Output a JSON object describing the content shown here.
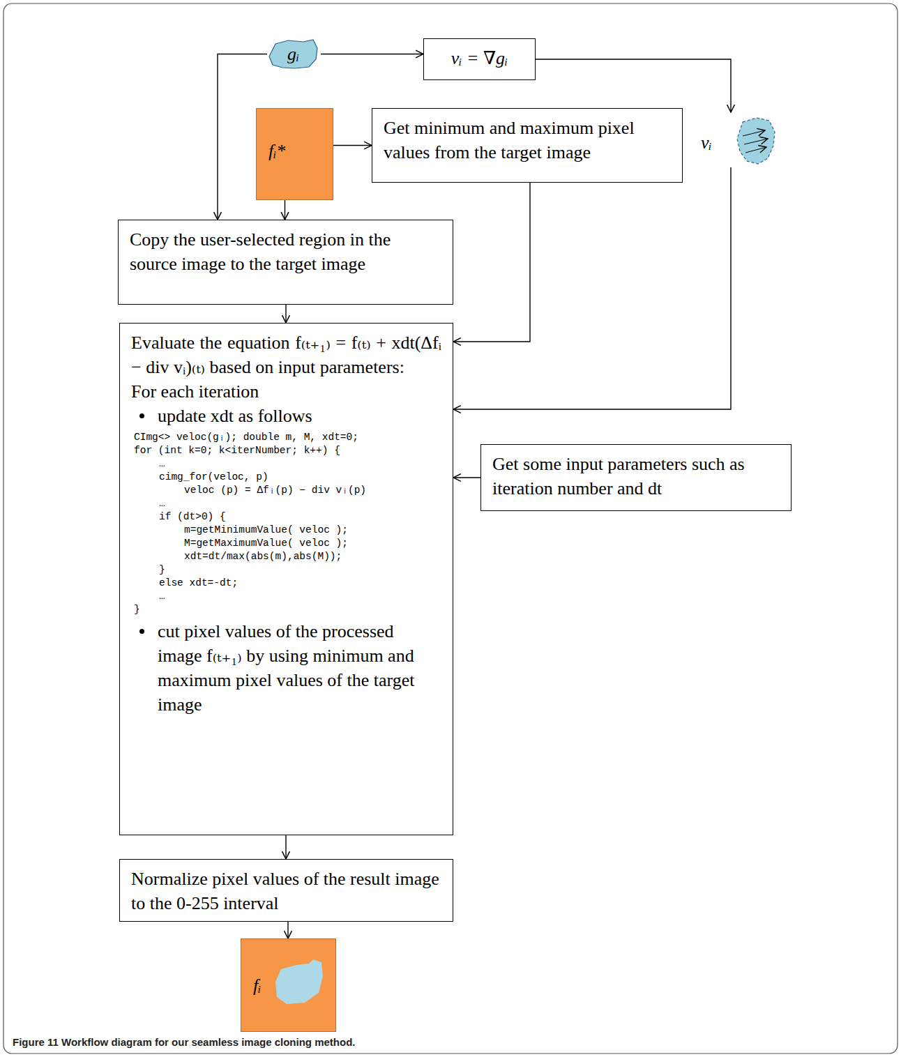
{
  "diagram": {
    "caption": "Figure 11 Workflow diagram for our seamless image cloning method.",
    "nodes": [
      {
        "text": [
          "gᵢ"
        ]
      },
      {
        "text": [
          "vᵢ = ∇gᵢ"
        ]
      },
      {
        "text": [
          "fᵢ*"
        ]
      },
      {
        "text": [
          "Get minimum and maximum pixel values from the target image"
        ]
      },
      {
        "text": [
          "vᵢ"
        ]
      },
      {
        "text": [
          "Copy the user-selected region in the source image to the target image"
        ]
      },
      {
        "text": [
          "Evaluate the equation f₍ₜ₊₁₎ = f₍ₜ₎ + xdt(Δfᵢ − div vᵢ)₍ₜ₎ based on input parameters:",
          "For each iteration",
          "update xdt as follows",
          "CImg<> veloc(gᵢ); double m, M, xdt=0;",
          "for (int k=0; k<iterNumber; k++) {",
          "…",
          "cimg_for(veloc, p)",
          "veloc (p) = Δfᵢ(p) − div vᵢ(p)",
          "…",
          "if (dt>0) {",
          "m=getMinimumValue( veloc );",
          "M=getMaximumValue( veloc );",
          "xdt=dt/max(abs(m),abs(M));",
          "}",
          "else xdt=-dt;",
          "…",
          "}",
          "cut pixel values of the processed image f₍ₜ₊₁₎ by using minimum and maximum pixel values of the target image"
        ]
      },
      {
        "text": [
          "Get some input parameters such as iteration number and dt"
        ]
      },
      {
        "text": [
          "Normalize pixel values of the result image to the 0-255 interval"
        ]
      },
      {
        "text": [
          "fᵢ"
        ]
      }
    ],
    "edges": [
      {
        "from": 0,
        "to": 1,
        "arrow": "to"
      },
      {
        "from": 1,
        "to": 4,
        "arrow": "to"
      },
      {
        "from": 0,
        "to": 5,
        "arrow": "to"
      },
      {
        "from": 2,
        "to": 5,
        "arrow": "to"
      },
      {
        "from": 2,
        "to": 3,
        "arrow": "to"
      },
      {
        "from": 3,
        "to": 6,
        "arrow": "to"
      },
      {
        "from": 4,
        "to": 6,
        "arrow": "to"
      },
      {
        "from": 7,
        "to": 6,
        "arrow": "to"
      },
      {
        "from": 5,
        "to": 6,
        "arrow": "to"
      },
      {
        "from": 6,
        "to": 8,
        "arrow": "to"
      },
      {
        "from": 8,
        "to": 9,
        "arrow": "to"
      }
    ]
  }
}
